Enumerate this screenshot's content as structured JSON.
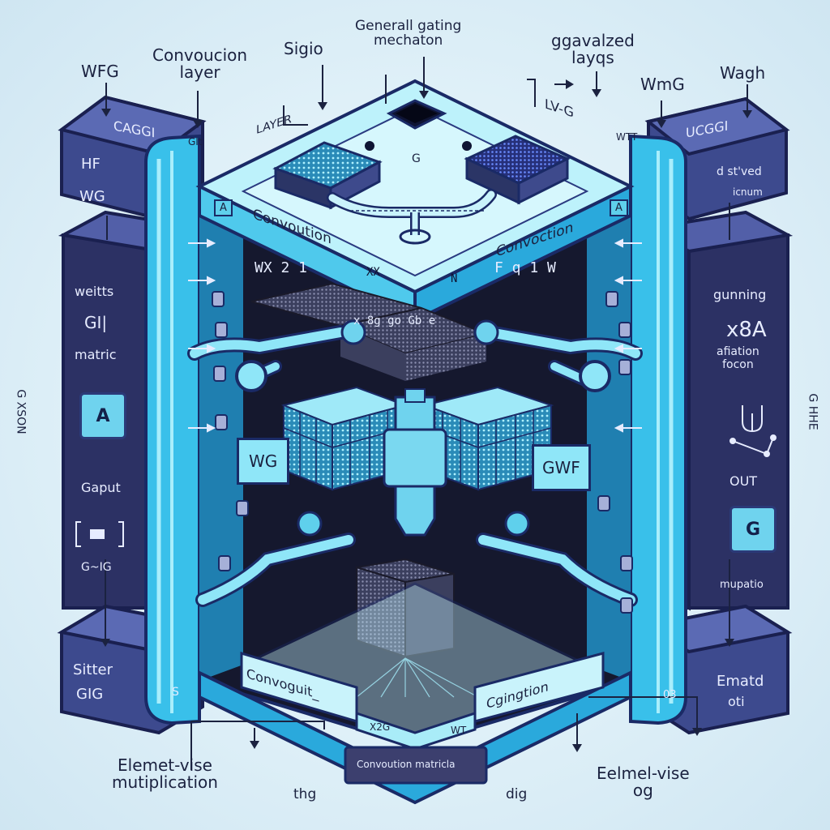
{
  "top_labels": {
    "wfg": "WFG",
    "convolution_layer": "Convoucion\nlayer",
    "sigio": "Sigio",
    "general_gating": "Generall gating\nmechaton",
    "generalized_layers": "ggavalzed\nlayqs",
    "wmg": "WmG",
    "wagh": "Wagh"
  },
  "side_labels": {
    "left_vertical": "G XSON",
    "right_vertical": "G HHE"
  },
  "bottom_labels": {
    "elementwise_left": "Elemet-vise\nmutiplication",
    "thg": "thg",
    "dig": "dig",
    "elementwise_right": "Eelmel-vise\nog"
  },
  "left_panel": {
    "top_box": "CAGGI",
    "hf": "HF",
    "wg": "WG",
    "weights": "weitts",
    "gi": "GI|",
    "matrix": "matric",
    "button_a": "A",
    "gaput": "Gaput",
    "gig": "G~IG",
    "bottom_box_1": "Sitter",
    "bottom_box_2": "GIG",
    "bottom_s": "S"
  },
  "right_panel": {
    "top_box": "UCGGI",
    "stived": "d st'ved",
    "icnum": "icnum",
    "gunning": "gunning",
    "x8a": "x8A",
    "affiation": "afiation\nfocon",
    "out": "OUT",
    "button_g": "G",
    "mupatio": "mupatio",
    "bottom_box_1": "Ematd",
    "bottom_box_2": "oti",
    "bottom_03": "03"
  },
  "cube": {
    "layer": "LAYER",
    "lvg": "LV-G",
    "wtt": "WTT",
    "git": "GIt",
    "g_top": "G",
    "conv_left": "Convoution",
    "conv_right": "Convoction",
    "a_left": "A",
    "a_right": "A",
    "wx2": "WX 2 1",
    "xx": "XX",
    "n": "N",
    "fq1w": "F q 1 W",
    "xbg": "x 8g  go Gb e",
    "wg_block": "WG",
    "gwf_block": "GWF",
    "conv_bottom_left": "Convoguit_",
    "conv_bottom_right": "Cgingtion",
    "x2g": "X2G",
    "wt": "WT",
    "base_label": "Convoution matricla"
  },
  "colors": {
    "background": "#e3f3fa",
    "panel_dark": "#2e3465",
    "cyan_light": "#a9ecf8",
    "cyan_mid": "#5fd0ec",
    "cyan_deep": "#1ea9dc",
    "ink": "#1b2240"
  },
  "icons": [
    "arrow-icon",
    "pipe-connector-icon",
    "grid-block-icon",
    "function-node-icon"
  ]
}
